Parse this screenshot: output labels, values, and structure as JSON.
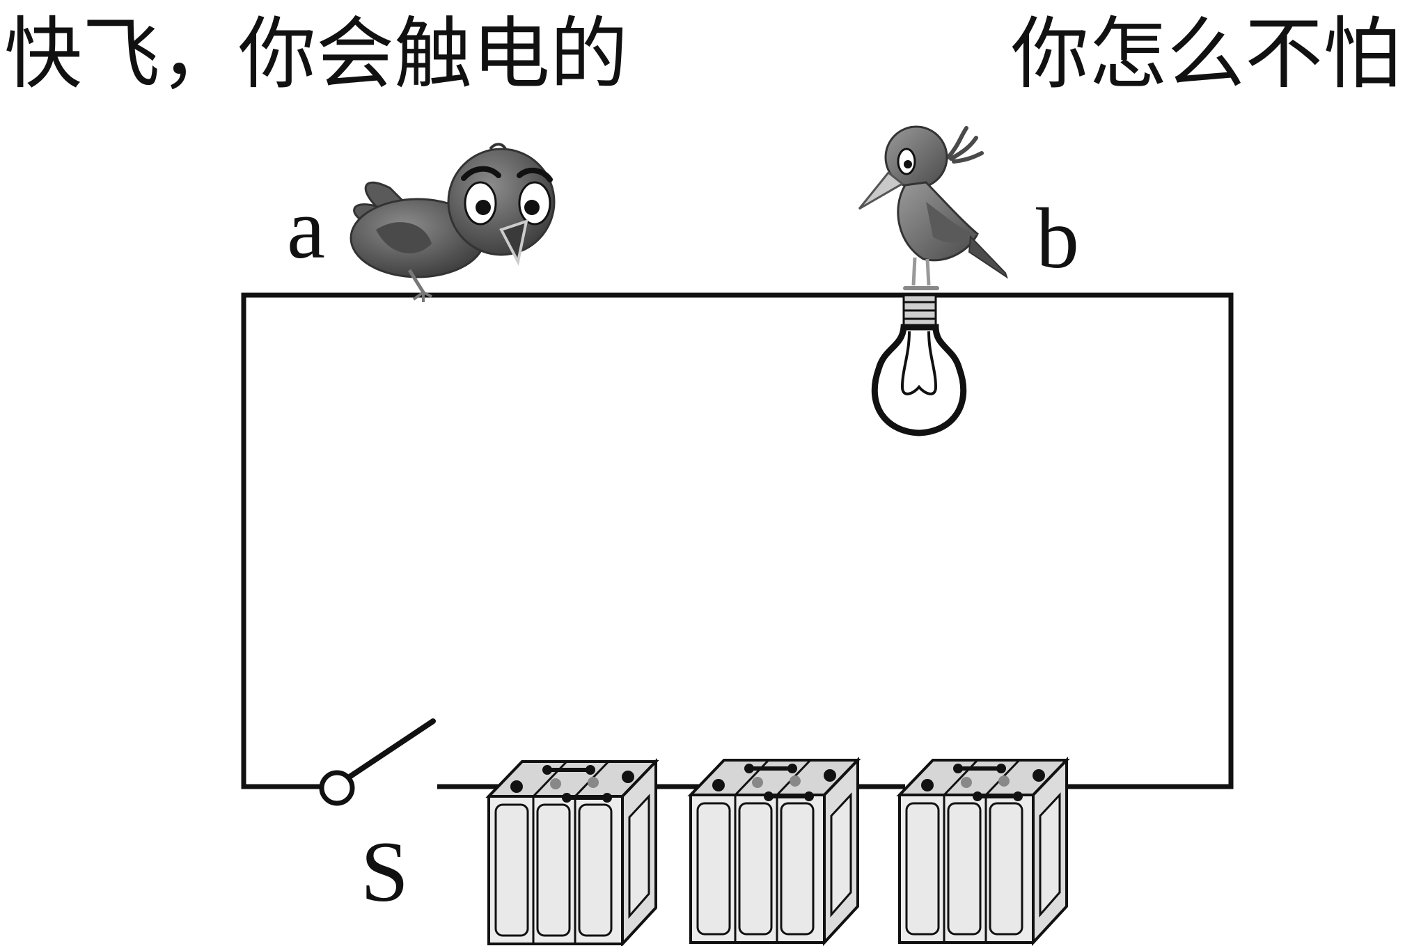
{
  "captions": {
    "left_bird_speech": "快飞，你会触电的",
    "right_bird_speech": "你怎么不怕"
  },
  "labels": {
    "point_a": "a",
    "point_b": "b",
    "switch": "S"
  },
  "colors": {
    "line": "#111111",
    "bird_dark": "#5b5b5b",
    "bird_light": "#8a8a8a",
    "battery_fill": "#e4e4e4",
    "background": "#ffffff"
  },
  "icons": {
    "bird_a": "cartoon-bird-alarmed-icon",
    "bird_b": "cartoon-bird-perched-icon",
    "lamp": "light-bulb-icon",
    "switch": "open-switch-icon",
    "battery": "battery-cell-icon"
  },
  "circuit": {
    "switch_state": "open",
    "battery_count": 3,
    "cells_per_battery": 3
  }
}
